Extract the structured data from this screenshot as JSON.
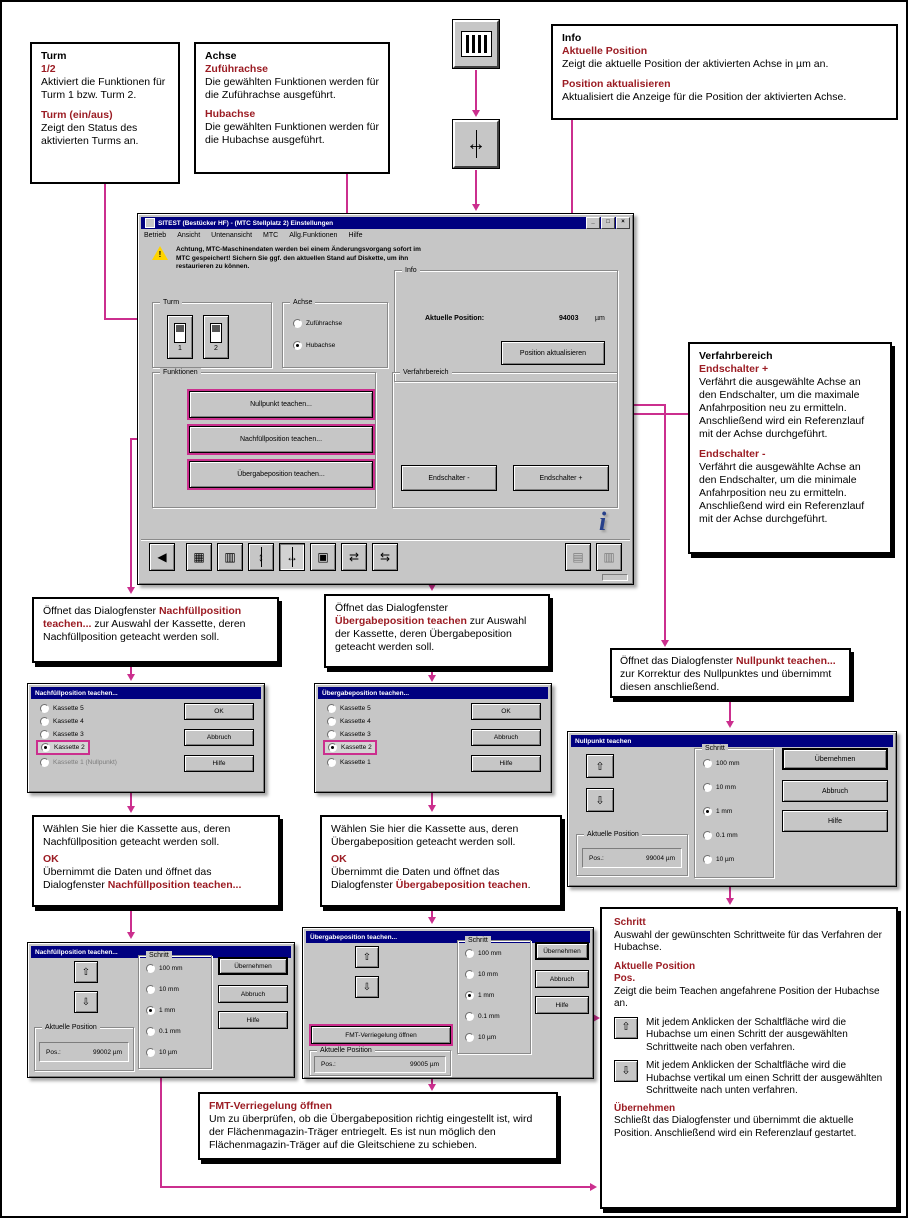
{
  "colors": {
    "accent_line": "#cb2f8e",
    "heading_red": "#9b1c23",
    "titlebar_blue": "#000080",
    "window_face": "#c6c6c6"
  },
  "icons": {
    "back": "◀",
    "feeder_table": "▦",
    "feeder_list": "▥",
    "axis_vertical": "↕",
    "axis_horizontal": "↔",
    "save": "▣",
    "transfer_left": "⇄",
    "transfer_right": "⇆",
    "doc_left": "▤",
    "doc_right": "▥",
    "arrow_up": "⇧",
    "arrow_down": "⇩",
    "minimize": "_",
    "maximize": "□",
    "close": "×",
    "warning": "!",
    "info": "i"
  },
  "callout_turm": {
    "title": "Turm",
    "sub1": "1/2",
    "p1": "Aktiviert die Funktionen für Turm 1 bzw. Turm 2.",
    "sub2": "Turm (ein/aus)",
    "p2": "Zeigt den Status des aktivierten Turms an."
  },
  "callout_achse": {
    "title": "Achse",
    "sub1": "Zuführachse",
    "p1": "Die gewählten Funktionen werden für die Zuführachse ausgeführt.",
    "sub2": "Hubachse",
    "p2": "Die gewählten Funktionen werden für die Hubachse ausgeführt."
  },
  "callout_info": {
    "title": "Info",
    "sub1": "Aktuelle Position",
    "p1": "Zeigt die aktuelle Position der aktivierten Achse in µm an.",
    "sub2": "Position aktualisieren",
    "p2": "Aktualisiert die Anzeige für die Position der aktivierten Achse."
  },
  "callout_verfahrbereich": {
    "title": "Verfahrbereich",
    "sub1": "Endschalter +",
    "p1": "Verfährt die ausgewählte Achse an den Endschalter, um die maximale Anfahrposition neu zu ermitteln. Anschließend wird ein Referenzlauf mit der Achse durchgeführt.",
    "sub2": "Endschalter -",
    "p2": "Verfährt die ausgewählte Achse an den Endschalter, um die minimale Anfahrposition neu zu ermitteln. Anschließend wird ein Referenzlauf mit der Achse durchgeführt."
  },
  "callout_open_nachfuell": {
    "pre": "Öffnet das Dialogfenster ",
    "em": "Nachfüllposition teachen...",
    "post": " zur Auswahl der Kassette, deren Nachfüllposition geteacht werden soll."
  },
  "callout_open_uebergabe": {
    "pre": "Öffnet das Dialogfenster ",
    "em": "Übergabeposition teachen",
    "post": " zur Auswahl der Kassette, deren Übergabeposition geteacht werden soll."
  },
  "callout_open_nullpunkt": {
    "pre": "Öffnet das Dialogfenster ",
    "em": "Nullpunkt teachen...",
    "post": " zur Korrektur des Nullpunktes und übernimmt diesen anschließend."
  },
  "callout_waehlen_nachfuell": {
    "p1": "Wählen Sie hier die Kassette aus, deren Nachfüllposition geteacht werden soll.",
    "sub": "OK",
    "p2_pre": "Übernimmt die Daten und öffnet das Dialogfenster ",
    "p2_em": "Nachfüllposition teachen...",
    "p2_post": ""
  },
  "callout_waehlen_uebergabe": {
    "p1": "Wählen Sie hier die Kassette aus, deren Übergabeposition geteacht werden soll.",
    "sub": "OK",
    "p2_pre": "Übernimmt die Daten und öffnet das Dialogfenster ",
    "p2_em": "Übergabeposition teachen",
    "p2_post": "."
  },
  "callout_fmt": {
    "title": "FMT-Verriegelung öffnen",
    "p1": "Um zu überprüfen, ob die Übergabeposition richtig eingestellt ist, wird der Flächenmagazin-Träger entriegelt. Es ist nun möglich den Flächenmagazin-Träger auf die Gleitschiene zu schieben."
  },
  "callout_schritt": {
    "sub1": "Schritt",
    "p1": "Auswahl der gewünschten Schrittweite für das Verfahren der Hubachse.",
    "sub2": "Aktuelle Position",
    "sub3": "Pos.",
    "p2": "Zeigt die beim Teachen angefahrene Position der Hubachse an.",
    "p3": "Mit jedem Anklicken der Schaltfläche wird die Hubachse um einen Schritt der ausgewählten Schrittweite nach oben verfahren.",
    "p4": "Mit jedem Anklicken der Schaltfläche wird die Hubachse vertikal um einen Schritt der ausgewählten Schrittweite nach unten verfahren.",
    "sub4": "Übernehmen",
    "p5": "Schließt das Dialogfenster und übernimmt die aktuelle Position. Anschließend wird ein Referenzlauf gestartet."
  },
  "main_window": {
    "title": "SITEST (Bestücker HF) - (MTC Stellplatz 2) Einstellungen",
    "menu": [
      "Betrieb",
      "Ansicht",
      "Untenansicht",
      "MTC",
      "Allg.Funktionen",
      "Hilfe"
    ],
    "warning": "Achtung, MTC-Maschinendaten werden bei einem Änderungsvorgang sofort im MTC gespeichert! Sichern Sie ggf. den aktuellen Stand auf Diskette, um ihn restaurieren zu können.",
    "turm": {
      "label": "Turm",
      "btn1": "1",
      "btn2": "2"
    },
    "achse": {
      "label": "Achse",
      "r1": "Zuführachse",
      "r2": "Hubachse"
    },
    "info": {
      "label": "Info",
      "pos_label": "Aktuelle Position:",
      "pos_value": "94003",
      "pos_unit": "µm",
      "button": "Position aktualisieren"
    },
    "funktionen": {
      "label": "Funktionen",
      "b1": "Nullpunkt teachen...",
      "b2": "Nachfüllposition teachen...",
      "b3": "Übergabeposition teachen..."
    },
    "verfahrbereich": {
      "label": "Verfahrbereich",
      "b_minus": "Endschalter -",
      "b_plus": "Endschalter +"
    }
  },
  "steps": [
    "100 mm",
    "10 mm",
    "1 mm",
    "0.1 mm",
    "10 µm"
  ],
  "dlg_nachfuell_select": {
    "title": "Nachfüllposition teachen...",
    "options": [
      "Kassette 5",
      "Kassette 4",
      "Kassette 3",
      "Kassette 2",
      "Kassette 1 (Nullpunkt)"
    ],
    "ok": "OK",
    "abbruch": "Abbruch",
    "hilfe": "Hilfe"
  },
  "dlg_uebergabe_select": {
    "title": "Übergabeposition teachen...",
    "options": [
      "Kassette 5",
      "Kassette 4",
      "Kassette 3",
      "Kassette 2",
      "Kassette 1"
    ],
    "ok": "OK",
    "abbruch": "Abbruch",
    "hilfe": "Hilfe"
  },
  "dlg_nullpunkt": {
    "title": "Nullpunkt teachen",
    "schritt": "Schritt",
    "uebernehmen": "Übernehmen",
    "abbruch": "Abbruch",
    "hilfe": "Hilfe",
    "pos_group": "Aktuelle Position",
    "pos_label": "Pos.:",
    "pos_value": "99004 µm"
  },
  "dlg_nachfuell_teach": {
    "title": "Nachfüllposition teachen...",
    "schritt": "Schritt",
    "uebernehmen": "Übernehmen",
    "abbruch": "Abbruch",
    "hilfe": "Hilfe",
    "pos_group": "Aktuelle Position",
    "pos_label": "Pos.:",
    "pos_value": "99002 µm"
  },
  "dlg_uebergabe_teach": {
    "title": "Übergabeposition teachen...",
    "fmt_button": "FMT-Verriegelung öffnen",
    "schritt": "Schritt",
    "uebernehmen": "Übernehmen",
    "abbruch": "Abbruch",
    "hilfe": "Hilfe",
    "pos_group": "Aktuelle Position",
    "pos_label": "Pos.:",
    "pos_value": "99005 µm"
  }
}
